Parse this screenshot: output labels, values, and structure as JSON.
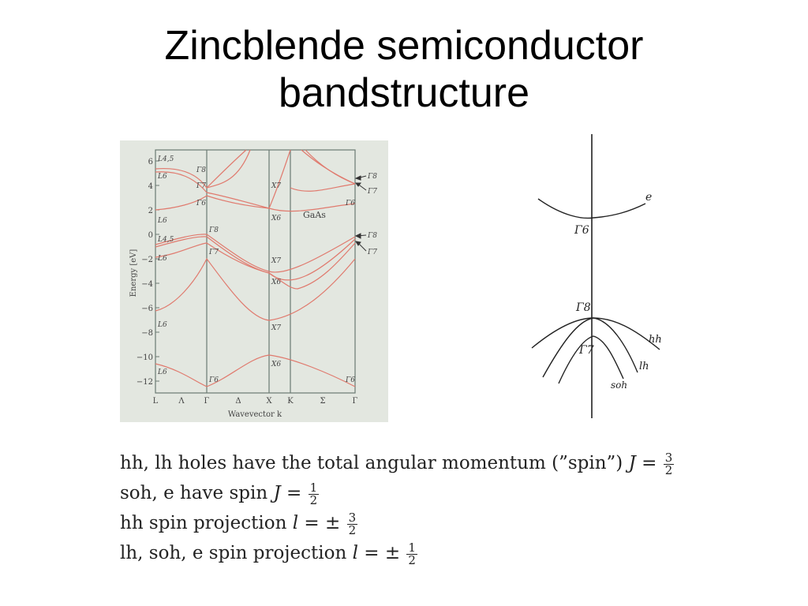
{
  "slide": {
    "title_line1": "Zincblende semiconductor",
    "title_line2": "bandstructure"
  },
  "band_figure": {
    "material": "GaAs",
    "y_axis_label": "Energy [eV]",
    "x_axis_label": "Wavevector k",
    "y_ticks": [
      "6",
      "4",
      "2",
      "0",
      "−2",
      "−4",
      "−6",
      "−8",
      "−10",
      "−12"
    ],
    "x_ticks": [
      "L",
      "Λ",
      "Γ",
      "Δ",
      "X",
      "K",
      "Σ",
      "Γ"
    ],
    "left_labels": [
      "L4,5",
      "L6",
      "L6",
      "L4,5",
      "L6",
      "L6",
      "L6"
    ],
    "gamma_labels": [
      "Γ8",
      "Γ7",
      "Γ6",
      "Γ8",
      "Γ7",
      "Γ6"
    ],
    "x_labels": [
      "X7",
      "X6",
      "X7",
      "X6",
      "X7",
      "X6"
    ],
    "right_labels": [
      "Γ8",
      "Γ7",
      "Γ6",
      "Γ8",
      "Γ7",
      "Γ6"
    ],
    "line_color": "#e07a6e"
  },
  "sketch": {
    "labels": [
      "e",
      "Γ6",
      "Γ8",
      "Γ7",
      "hh",
      "lh",
      "soh"
    ]
  },
  "notes": {
    "line1_text": "hh, lh holes have the total angular momentum (”spin”)",
    "line1_var": "J =",
    "line1_num": "3",
    "line1_den": "2",
    "line2_text": "soh, e have spin",
    "line2_var": "J =",
    "line2_num": "1",
    "line2_den": "2",
    "line3_text": "hh spin projection",
    "line3_var": "l = ±",
    "line3_num": "3",
    "line3_den": "2",
    "line4_text": "lh, soh, e spin projection",
    "line4_var": "l = ±",
    "line4_num": "1",
    "line4_den": "2"
  }
}
